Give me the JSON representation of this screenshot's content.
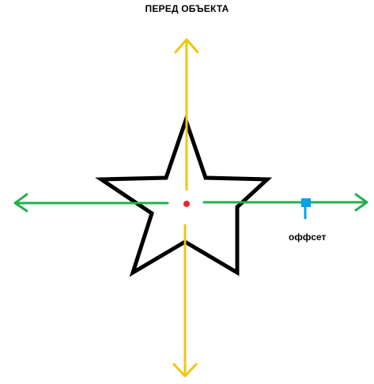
{
  "title": "ПЕРЕД ОБЪЕКТА",
  "offset_label": "оффсет",
  "colors": {
    "background": "#ffffff",
    "star": "#000000",
    "front_axis": "#f2c511",
    "side_axis": "#22b14c",
    "center_point": "#e8262a",
    "offset_marker": "#00a2e8"
  },
  "elements": {
    "star": "star-outline",
    "vertical_axis": "two-headed-arrow",
    "horizontal_axis": "two-headed-arrow",
    "center": "dot",
    "offset": "square-marker"
  }
}
